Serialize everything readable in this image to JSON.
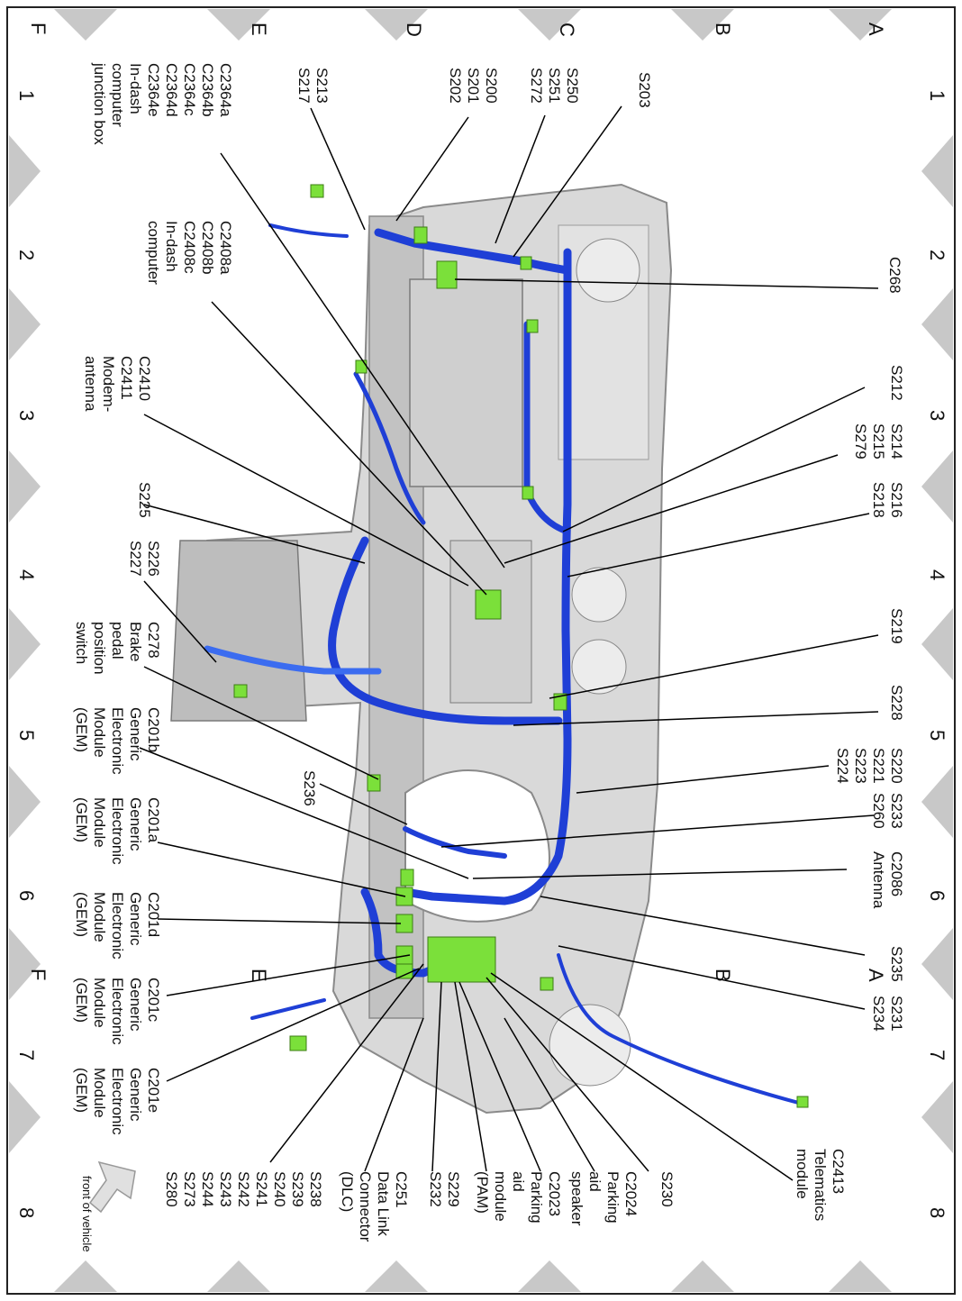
{
  "diagram": {
    "grid": {
      "rows_left": [
        "F",
        "E",
        "D",
        "C",
        "B",
        "A"
      ],
      "rows_right": [
        "F",
        "E",
        "D",
        "C",
        "B",
        "A"
      ],
      "cols_top": [
        "8",
        "7",
        "6",
        "5",
        "4",
        "3",
        "2",
        "1"
      ],
      "cols_bottom": [
        "8",
        "7",
        "6",
        "5",
        "4",
        "3",
        "2",
        "1"
      ]
    },
    "callouts": {
      "c2364": [
        "C2364a",
        "C2364b",
        "C2364c",
        "C2364d",
        "C2364e",
        "In-dash",
        "computer",
        "junction box"
      ],
      "s213": [
        "S213",
        "S217"
      ],
      "s200": [
        "S200",
        "S201",
        "S202"
      ],
      "s250": [
        "S250",
        "S251",
        "S272"
      ],
      "s203": [
        "S203"
      ],
      "c268": [
        "C268"
      ],
      "c2408": [
        "C2408a",
        "C2408b",
        "C2408c",
        "In-dash",
        "computer"
      ],
      "c2410": [
        "C2410",
        "C2411",
        "Modem-",
        "antenna"
      ],
      "s212": [
        "S212"
      ],
      "s214": [
        "S214",
        "S215",
        "S279"
      ],
      "s216": [
        "S216",
        "S218"
      ],
      "s225": [
        "S225"
      ],
      "s226": [
        "S226",
        "S227"
      ],
      "c278": [
        "C278",
        "Brake",
        "pedal",
        "position",
        "switch"
      ],
      "s219": [
        "S219"
      ],
      "s228": [
        "S228"
      ],
      "c201b": [
        "C201b",
        "Generic",
        "Electronic",
        "Module",
        "(GEM)"
      ],
      "s236": [
        "S236"
      ],
      "s220": [
        "S220",
        "S221",
        "S223",
        "S224"
      ],
      "s233": [
        "S233",
        "S260"
      ],
      "c2086": [
        "C2086",
        "Antenna"
      ],
      "c201a": [
        "C201a",
        "Generic",
        "Electronic",
        "Module",
        "(GEM)"
      ],
      "c201d": [
        "C201d",
        "Generic",
        "Electronic",
        "Module",
        "(GEM)"
      ],
      "s235": [
        "S235"
      ],
      "s231": [
        "S231",
        "S234"
      ],
      "c201c": [
        "C201c",
        "Generic",
        "Electronic",
        "Module",
        "(GEM)"
      ],
      "c201e": [
        "C201e",
        "Generic",
        "Electronic",
        "Module",
        "(GEM)"
      ],
      "s238": [
        "S238",
        "S239",
        "S240",
        "S241",
        "S242",
        "S243",
        "S244",
        "S273",
        "S280"
      ],
      "s229": [
        "S229",
        "S232"
      ],
      "c251": [
        "C251",
        "Data Link",
        "Connector",
        "(DLC)"
      ],
      "c2023": [
        "C2023",
        "Parking",
        "aid",
        "module",
        "(PAM)"
      ],
      "c2024": [
        "C2024",
        "Parking",
        "aid",
        "speaker"
      ],
      "s230": [
        "S230"
      ],
      "c2413": [
        "C2413",
        "Telematics",
        "module"
      ],
      "front": [
        "front of vehicle"
      ]
    },
    "colors": {
      "harness": "#1f3fd6",
      "harness_light": "#3b6cf0",
      "connector": "#7be03a",
      "structure": "#c9c9c9",
      "structure_dark": "#8a8a8a",
      "leader": "#000000",
      "triangle": "#c8c8c8"
    }
  }
}
